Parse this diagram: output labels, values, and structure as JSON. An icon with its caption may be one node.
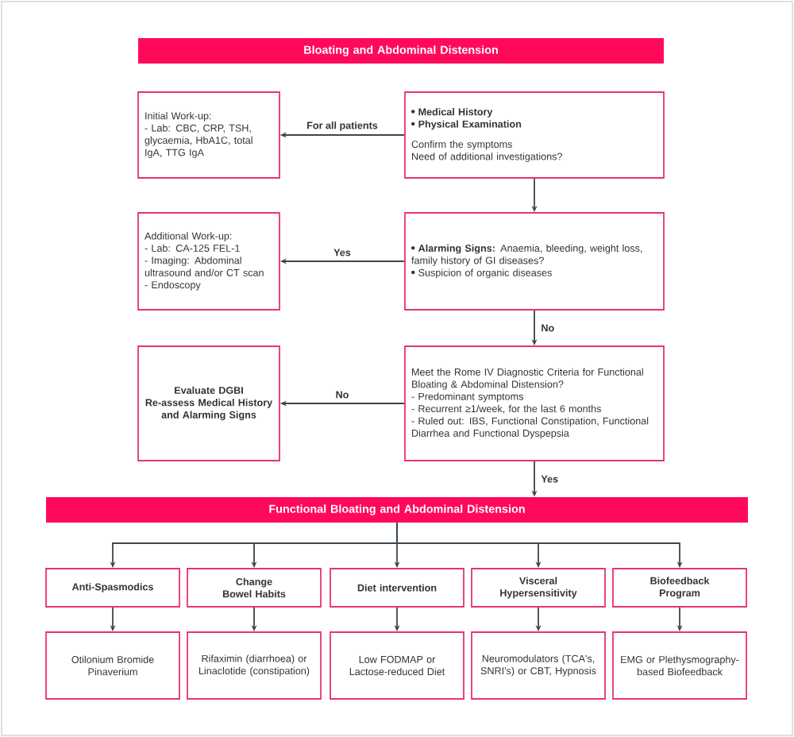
{
  "diagram": {
    "nodes": [
      {
        "text": [
          "Bloating and Abdominal Distension"
        ]
      },
      {
        "text": [
          "Initial Work-up:",
          "- Lab: CBC, CRP, TSH, glycaemia, HbA1C, total IgA, TTG IgA"
        ]
      },
      {
        "text": [
          "Medical History",
          "Physical Examination",
          "Confirm the symptoms",
          "Need of additional investigations?"
        ]
      },
      {
        "text": [
          "Additional Work-up:",
          "- Lab: CA-125  FEL-1",
          "- Imaging: Abdominal ultrasound and/or CT scan",
          "- Endoscopy"
        ]
      },
      {
        "text": [
          "**Alarming Signs:** Anaemia, bleeding, weight loss, family history of GI diseases?",
          "Suspicion of organic diseases"
        ]
      },
      {
        "text": [
          "Evaluate DGBI",
          "Re-assess Medical History and Alarming Signs"
        ]
      },
      {
        "text": [
          "Meet the Rome IV Diagnostic Criteria for Functional Bloating & Abdominal Distension?",
          "- Predominant symptoms",
          "- Recurrent ≥1/week, for the last 6 months",
          "- Ruled out: IBS, Functional Constipation, Functional Diarrhea and Functional Dyspepsia"
        ]
      },
      {
        "text": [
          "Functional Bloating and Abdominal Distension"
        ]
      },
      {
        "text": [
          "Anti-Spasmodics"
        ]
      },
      {
        "text": [
          "Change Bowel Habits"
        ]
      },
      {
        "text": [
          "Diet intervention"
        ]
      },
      {
        "text": [
          "Visceral Hypersensitivity"
        ]
      },
      {
        "text": [
          "Biofeedback Program"
        ]
      },
      {
        "text": [
          "Otilonium Bromide Pinaverium"
        ]
      },
      {
        "text": [
          "Rifaximin (diarrhoea) or Linaclotide (constipation)"
        ]
      },
      {
        "text": [
          "Low FODMAP or Lactose-reduced Diet"
        ]
      },
      {
        "text": [
          "Neuromodulators (TCA's, SNRI's) or CBT, Hypnosis"
        ]
      },
      {
        "text": [
          "EMG or Plethysmography-based Biofeedback"
        ]
      }
    ],
    "edges": [
      {
        "from": 2,
        "to": 1,
        "arrow": "to",
        "label": "For all patients"
      },
      {
        "from": 2,
        "to": 4,
        "arrow": "to"
      },
      {
        "from": 4,
        "to": 3,
        "arrow": "to",
        "label": "Yes"
      },
      {
        "from": 4,
        "to": 6,
        "arrow": "to",
        "label": "No"
      },
      {
        "from": 6,
        "to": 5,
        "arrow": "to",
        "label": "No"
      },
      {
        "from": 6,
        "to": 7,
        "arrow": "to",
        "label": "Yes"
      },
      {
        "from": 7,
        "to": 8,
        "arrow": "to"
      },
      {
        "from": 7,
        "to": 9,
        "arrow": "to"
      },
      {
        "from": 7,
        "to": 10,
        "arrow": "to"
      },
      {
        "from": 7,
        "to": 11,
        "arrow": "to"
      },
      {
        "from": 7,
        "to": 12,
        "arrow": "to"
      },
      {
        "from": 8,
        "to": 13,
        "arrow": "to"
      },
      {
        "from": 9,
        "to": 14,
        "arrow": "to"
      },
      {
        "from": 10,
        "to": 15,
        "arrow": "to"
      },
      {
        "from": 11,
        "to": 16,
        "arrow": "to"
      },
      {
        "from": 12,
        "to": 17,
        "arrow": "to"
      }
    ]
  }
}
